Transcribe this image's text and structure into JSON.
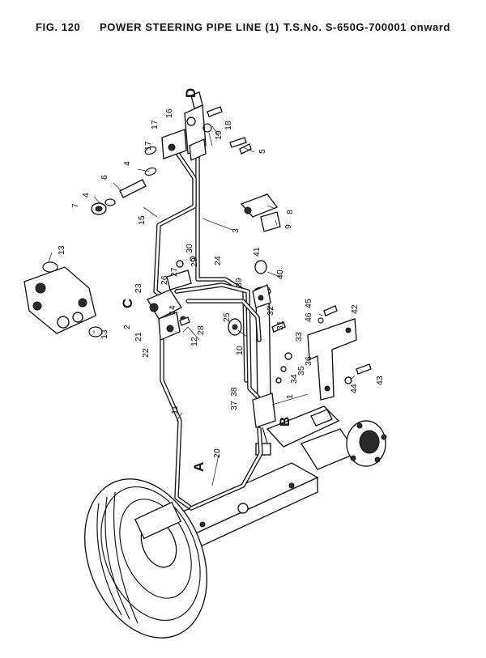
{
  "header": {
    "fig_num": "FIG. 120",
    "title": "POWER STEERING PIPE LINE (1)",
    "serial": "T.S.No. S-650G-700001 onward"
  },
  "view_markers": {
    "a": "A",
    "b": "B",
    "c": "C",
    "d": "D"
  },
  "callouts": {
    "n1": "1",
    "n2": "2",
    "n3": "3",
    "n4a": "4",
    "n4b": "4",
    "n5": "5",
    "n6": "6",
    "n7": "7",
    "n8": "8",
    "n9": "9",
    "n10": "10",
    "n11": "11",
    "n12": "12",
    "n13a": "13",
    "n13b": "13",
    "n14": "14",
    "n15": "15",
    "n16": "16",
    "n17a": "17",
    "n17b": "17",
    "n18": "18",
    "n19": "19",
    "n20": "20",
    "n21": "21",
    "n22": "22",
    "n23": "23",
    "n24": "24",
    "n25": "25",
    "n26": "26",
    "n27": "27",
    "n28": "28",
    "n29": "29",
    "n30": "30",
    "n31": "31",
    "n32": "32",
    "n33": "33",
    "n34": "34",
    "n35": "35",
    "n36": "36",
    "n37": "37",
    "n38": "38",
    "n39": "39",
    "n40": "40",
    "n41": "41",
    "n42": "42",
    "n43": "43",
    "n44": "44",
    "n45": "45",
    "n46": "46"
  }
}
